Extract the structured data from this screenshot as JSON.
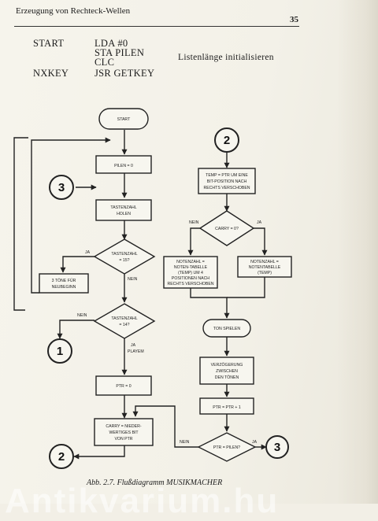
{
  "header": {
    "running_title": "Erzeugung von Rechteck-Wellen",
    "page_number": "35"
  },
  "code": {
    "rows": [
      {
        "label": "START",
        "instruction": "LDA #0",
        "comment": ""
      },
      {
        "label": "",
        "instruction": "STA PILEN",
        "comment": "Listenlänge initialisieren"
      },
      {
        "label": "",
        "instruction": "CLC",
        "comment": ""
      },
      {
        "label": "NXKEY",
        "instruction": "JSR GETKEY",
        "comment": ""
      }
    ]
  },
  "flowchart": {
    "start": "START",
    "pilen_zero": "PILEN = 0",
    "key_line1": "TASTENZAHL",
    "key_line2": "HOLEN",
    "dec1_line1": "TASTENZAHL",
    "dec1_line2": "= 15?",
    "ja1": "JA",
    "nein1": "NEIN",
    "reset_line1": "3 TÖNE FÜR",
    "reset_line2": "NEUBEGINN",
    "dec2_line1": "TASTENZAHL",
    "dec2_line2": "= 14?",
    "nein2": "NEIN",
    "ja2_line1": "JA",
    "ja2_line2": "PLAYEM",
    "ptr_zero": "PTR = 0",
    "carry_line1": "CARRY = NIEDER-",
    "carry_line2": "WERTIGES BIT",
    "carry_line3": "VON PTR",
    "temp_line1": "TEMP = PTR UM EINE",
    "temp_line2": "BIT-POSITION NACH",
    "temp_line3": "RECHTS VERSCHOBEN",
    "dec3": "CARRY = 0?",
    "nein3": "NEIN",
    "ja3": "JA",
    "nl_line1": "NOTENZAHL =",
    "nl_line2": "NOTEN-TABELLE",
    "nl_line3": "(TEMP) UM 4",
    "nl_line4": "POSITIONEN NACH",
    "nl_line5": "RECHTS VERSCHOBEN",
    "nr_line1": "NOTENZAHL =",
    "nr_line2": "NOTENTABELLE",
    "nr_line3": "(TEMP)",
    "play": "TON SPIELEN",
    "delay_line1": "VERZÖGERUNG",
    "delay_line2": "ZWISCHEN",
    "delay_line3": "DEN TÖNEN",
    "ptr_inc": "PTR = PTR + 1",
    "dec4": "PTR = PILEN?",
    "nein4": "NEIN",
    "ja4": "JA",
    "conn1": "1",
    "conn2": "2",
    "conn3": "3"
  },
  "caption": "Abb. 2.7. Flußdiagramm MUSIKMACHER",
  "watermark": "Antikvarium.hu"
}
